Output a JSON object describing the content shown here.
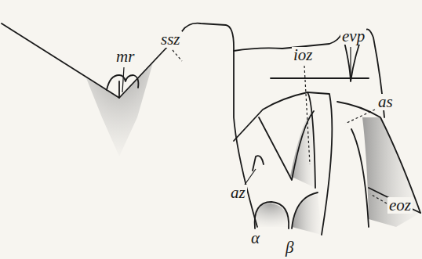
{
  "diagram": {
    "labels": [
      "mr",
      "ssz",
      "ioz",
      "evp",
      "as",
      "az",
      "α",
      "β",
      "eoz"
    ]
  }
}
